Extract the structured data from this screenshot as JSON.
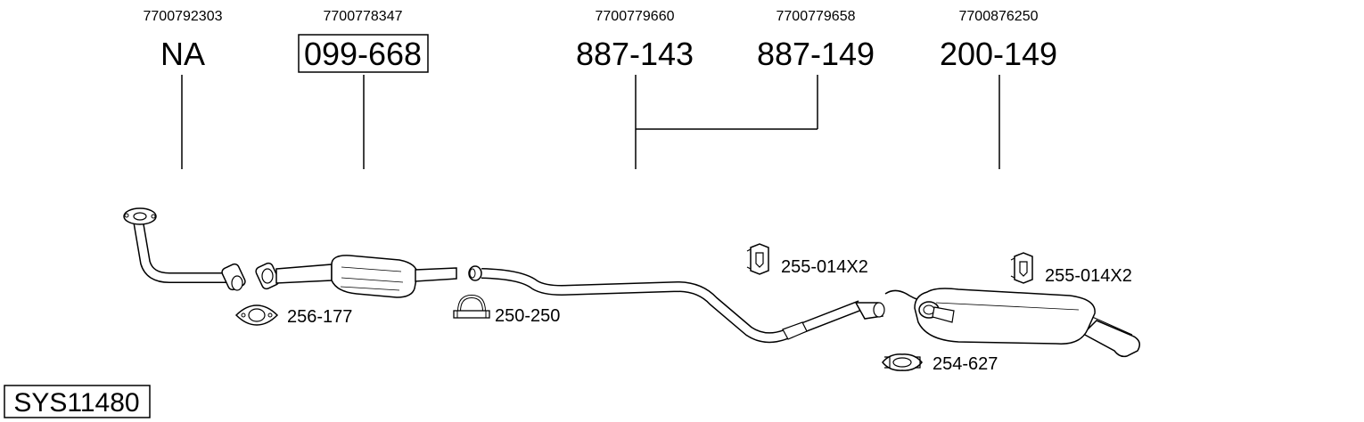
{
  "parts": [
    {
      "oem": "7700792303",
      "code": "NA",
      "highlighted": false
    },
    {
      "oem": "7700778347",
      "code": "099-668",
      "highlighted": true
    },
    {
      "oem": "7700779660",
      "code": "887-143",
      "highlighted": false
    },
    {
      "oem": "7700779658",
      "code": "887-149",
      "highlighted": false
    },
    {
      "oem": "7700876250",
      "code": "200-149",
      "highlighted": false
    }
  ],
  "accessories": [
    {
      "code": "256-177",
      "icon": "gasket-icon"
    },
    {
      "code": "250-250",
      "icon": "clamp-icon"
    },
    {
      "code": "255-014X2",
      "icon": "rubber-hanger-icon"
    },
    {
      "code": "255-014X2",
      "icon": "rubber-hanger-icon"
    },
    {
      "code": "254-627",
      "icon": "band-clamp-icon"
    }
  ],
  "system_id": "SYS11480",
  "colors": {
    "line": "#000000",
    "highlight_border": "#000000",
    "fill_light": "#f2f2f2"
  }
}
